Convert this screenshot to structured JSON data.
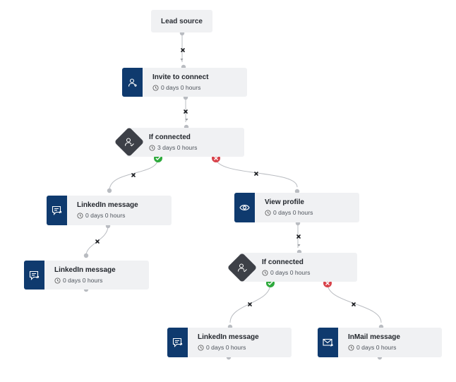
{
  "colors": {
    "accent": "#0f3a6e",
    "condition": "#3d4047",
    "yes": "#2eaa3c",
    "no": "#d8424a",
    "connector": "#b9bcc1"
  },
  "nodes": {
    "lead_source": {
      "label": "Lead source"
    },
    "invite": {
      "title": "Invite to connect",
      "delay": "0 days 0 hours",
      "icon": "user-plus-icon"
    },
    "if_connected_1": {
      "title": "If connected",
      "delay": "3 days 0 hours",
      "icon": "user-check-icon"
    },
    "linkedin_msg_1": {
      "title": "LinkedIn message",
      "delay": "0 days 0 hours",
      "icon": "message-icon"
    },
    "linkedin_msg_2": {
      "title": "LinkedIn message",
      "delay": "0 days 0 hours",
      "icon": "message-icon"
    },
    "view_profile": {
      "title": "View profile",
      "delay": "0 days 0 hours",
      "icon": "eye-icon"
    },
    "if_connected_2": {
      "title": "If connected",
      "delay": "0 days 0 hours",
      "icon": "user-check-icon"
    },
    "linkedin_msg_3": {
      "title": "LinkedIn message",
      "delay": "0 days 0 hours",
      "icon": "message-icon"
    },
    "inmail": {
      "title": "InMail message",
      "delay": "0 days 0 hours",
      "icon": "mail-icon"
    }
  }
}
